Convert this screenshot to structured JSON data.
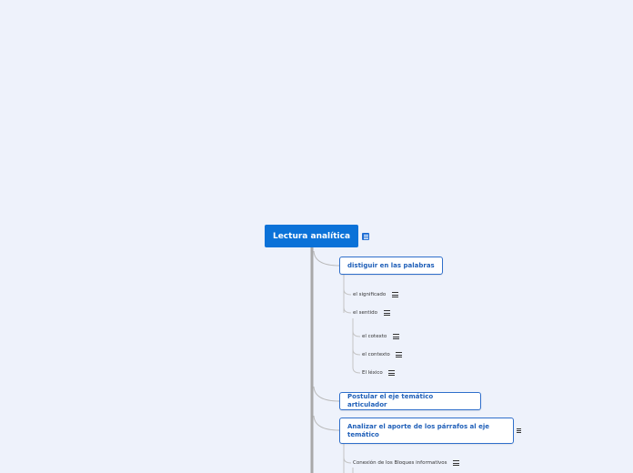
{
  "root": {
    "label": "Lectura analítica"
  },
  "branches": [
    {
      "label": "distiguir  en las palabras"
    },
    {
      "label": "Postular el eje temático articulador"
    },
    {
      "label": "Analizar el aporte  de los párrafos al eje temático"
    }
  ],
  "leaves": {
    "significado": "el significado",
    "sentido": "el sentido",
    "cotexto": "el cotexto",
    "contexto": "el contexto",
    "lexico": "El léxico",
    "conexion": "Conexión de los Bloques informativos"
  },
  "colors": {
    "background": "#eef2fb",
    "root_fill": "#0b72d8",
    "box_border": "#2f6fcb",
    "box_text": "#1f5fb8",
    "trunk": "#a8a8a8"
  },
  "icons": {
    "note": "note-lines-icon"
  }
}
